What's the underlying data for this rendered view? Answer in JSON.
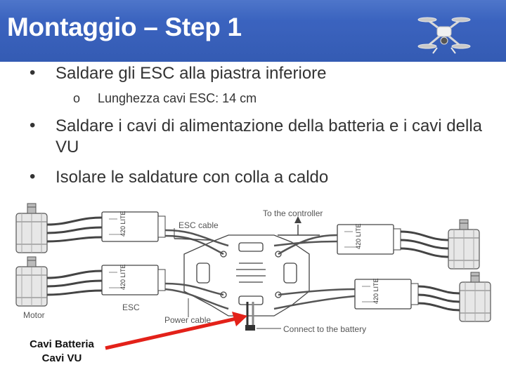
{
  "slide": {
    "title": "Montaggio – Step 1",
    "bullets": [
      {
        "level": 1,
        "marker": "•",
        "text": "Saldare gli ESC alla piastra inferiore"
      },
      {
        "level": 2,
        "marker": "o",
        "text": "Lunghezza cavi ESC: 14 cm"
      },
      {
        "level": 1,
        "marker": "•",
        "text": "Saldare i cavi di alimentazione della batteria e i cavi della VU"
      },
      {
        "level": 1,
        "marker": "•",
        "text": "Isolare le saldature con colla  a caldo"
      }
    ]
  },
  "diagram": {
    "labels": {
      "to_controller": "To the controller",
      "esc_cable": "ESC cable",
      "motor": "Motor",
      "esc": "ESC",
      "power_cable": "Power cable",
      "connect_battery": "Connect to the battery"
    },
    "esc_model_text": "420 LITE",
    "callout_lines": [
      "Cavi Batteria",
      "Cavi VU"
    ],
    "arrow_color": "#e32119"
  },
  "colors": {
    "header_blue": "#3a62bd",
    "text_gray": "#333333",
    "diagram_stroke": "#444444"
  }
}
